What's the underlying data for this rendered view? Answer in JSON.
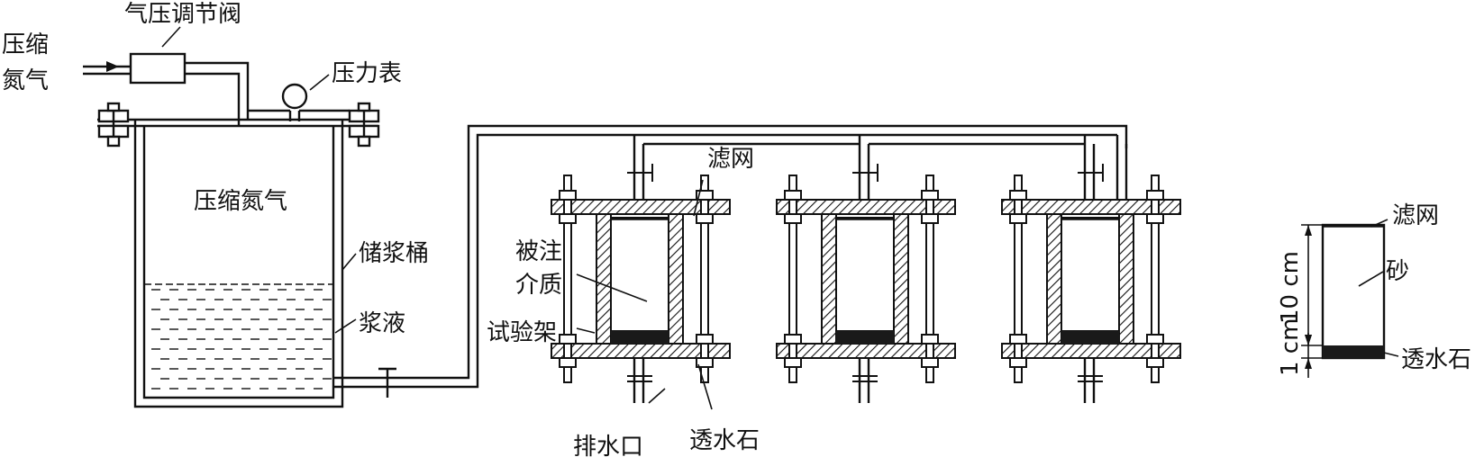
{
  "labels": {
    "pressure_valve": "气压调节阀",
    "compressed_nitrogen_in_line1": "压缩",
    "compressed_nitrogen_in_line2": "氮气",
    "pressure_gauge": "压力表",
    "compressed_nitrogen_tank": "压缩氮气",
    "slurry_tank": "储浆桶",
    "slurry": "浆液",
    "filter_mesh_top": "滤网",
    "injected_medium_line1": "被注",
    "injected_medium_line2": "介质",
    "test_frame": "试验架",
    "drain_outlet": "排水口",
    "permeable_stone_bottom": "透水石",
    "filter_mesh_right": "滤网",
    "sand": "砂",
    "permeable_stone_right": "透水石",
    "dim_10cm": "10 cm",
    "dim_1cm": "1 cm"
  },
  "colors": {
    "line": "#111111",
    "background": "#ffffff",
    "permeable_stone": "#1a1a1a"
  }
}
